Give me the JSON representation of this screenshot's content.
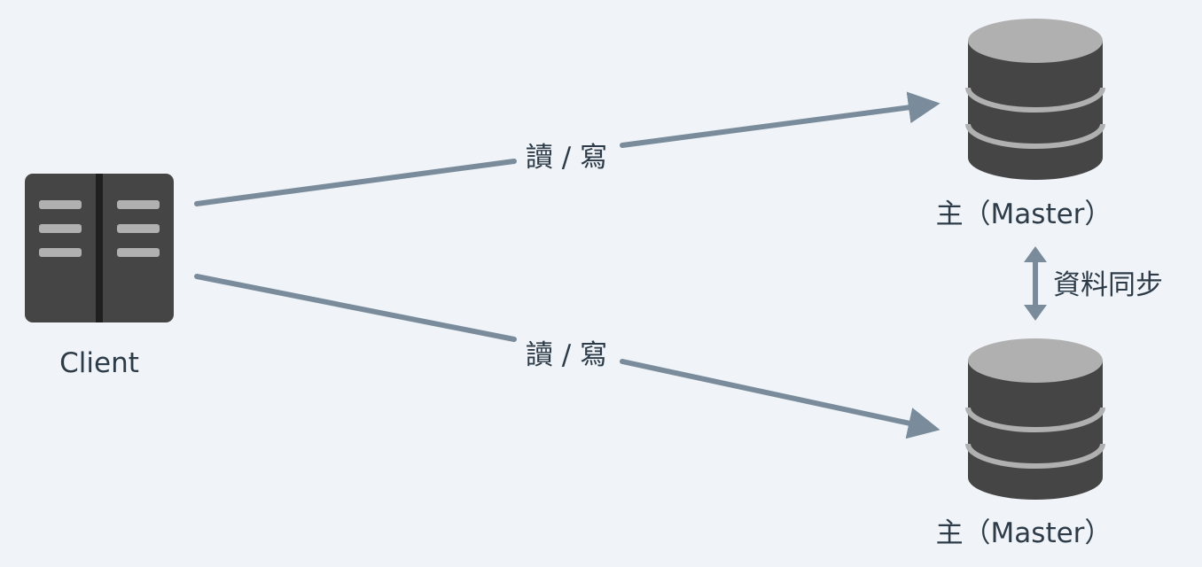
{
  "client": {
    "label": "Client",
    "icon": "server-rack-icon"
  },
  "edges": [
    {
      "label": "讀 / 寫",
      "from": "Client",
      "to": "主（Master）"
    },
    {
      "label": "讀 / 寫",
      "from": "Client",
      "to": "主（Master）"
    }
  ],
  "masters": [
    {
      "label": "主（Master）",
      "icon": "database-icon"
    },
    {
      "label": "主（Master）",
      "icon": "database-icon"
    }
  ],
  "sync": {
    "label": "資料同步",
    "icon": "double-arrow-vertical-icon"
  },
  "colors": {
    "background": "#f0f4f8",
    "arrow": "#7a8c9b",
    "device_body": "#454545",
    "device_detail": "#b0b0b0",
    "text": "#2d3b48"
  }
}
